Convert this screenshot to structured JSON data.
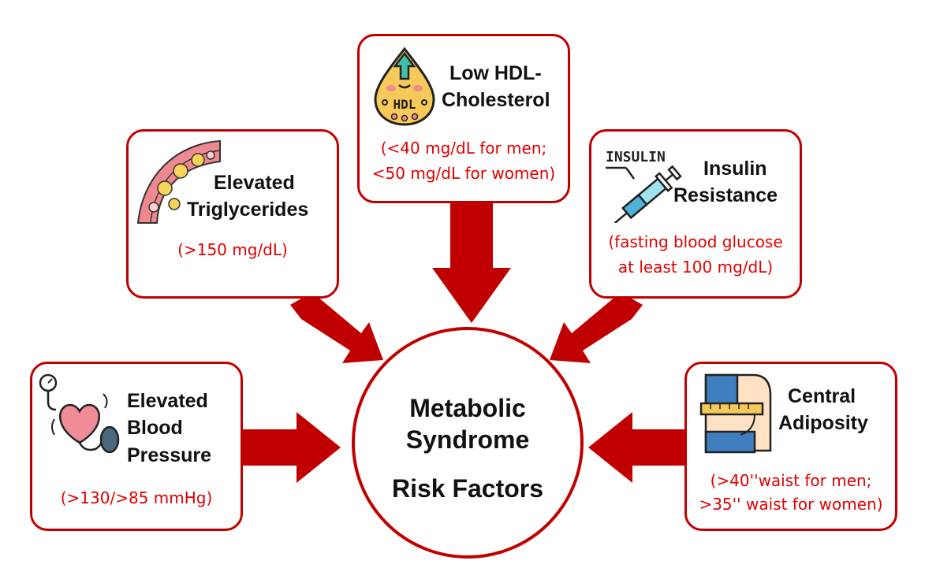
{
  "center": {
    "line1": "Metabolic",
    "line2": "Syndrome",
    "line3": "Risk Factors"
  },
  "factors": {
    "hdl": {
      "title1": "Low HDL-",
      "title2": "Cholesterol",
      "crit1": "(<40 mg/dL for men;",
      "crit2": "<50 mg/dL for women)",
      "icon_text": "HDL"
    },
    "triglycerides": {
      "title1": "Elevated",
      "title2": "Triglycerides",
      "crit1": "(>150 mg/dL)"
    },
    "insulin": {
      "title1": "Insulin",
      "title2": "Resistance",
      "crit1": "(fasting blood glucose",
      "crit2": "at least 100 mg/dL)",
      "icon_text": "INSULIN"
    },
    "blood_pressure": {
      "title1": "Elevated",
      "title2": "Blood",
      "title3": "Pressure",
      "crit1": "(>130/>85 mmHg)"
    },
    "adiposity": {
      "title1": "Central",
      "title2": "Adiposity",
      "crit1": "(>40''waist for men;",
      "crit2": ">35'' waist for women)"
    }
  },
  "colors": {
    "accent": "#c00000",
    "criteria_text": "#e00000",
    "arrow": "#c00000"
  },
  "icons": [
    "hdl-droplet-icon",
    "artery-icon",
    "syringe-icon",
    "heart-blood-pressure-icon",
    "waist-measure-icon",
    "arrow-down-icon",
    "arrow-right-icon",
    "arrow-left-icon"
  ]
}
